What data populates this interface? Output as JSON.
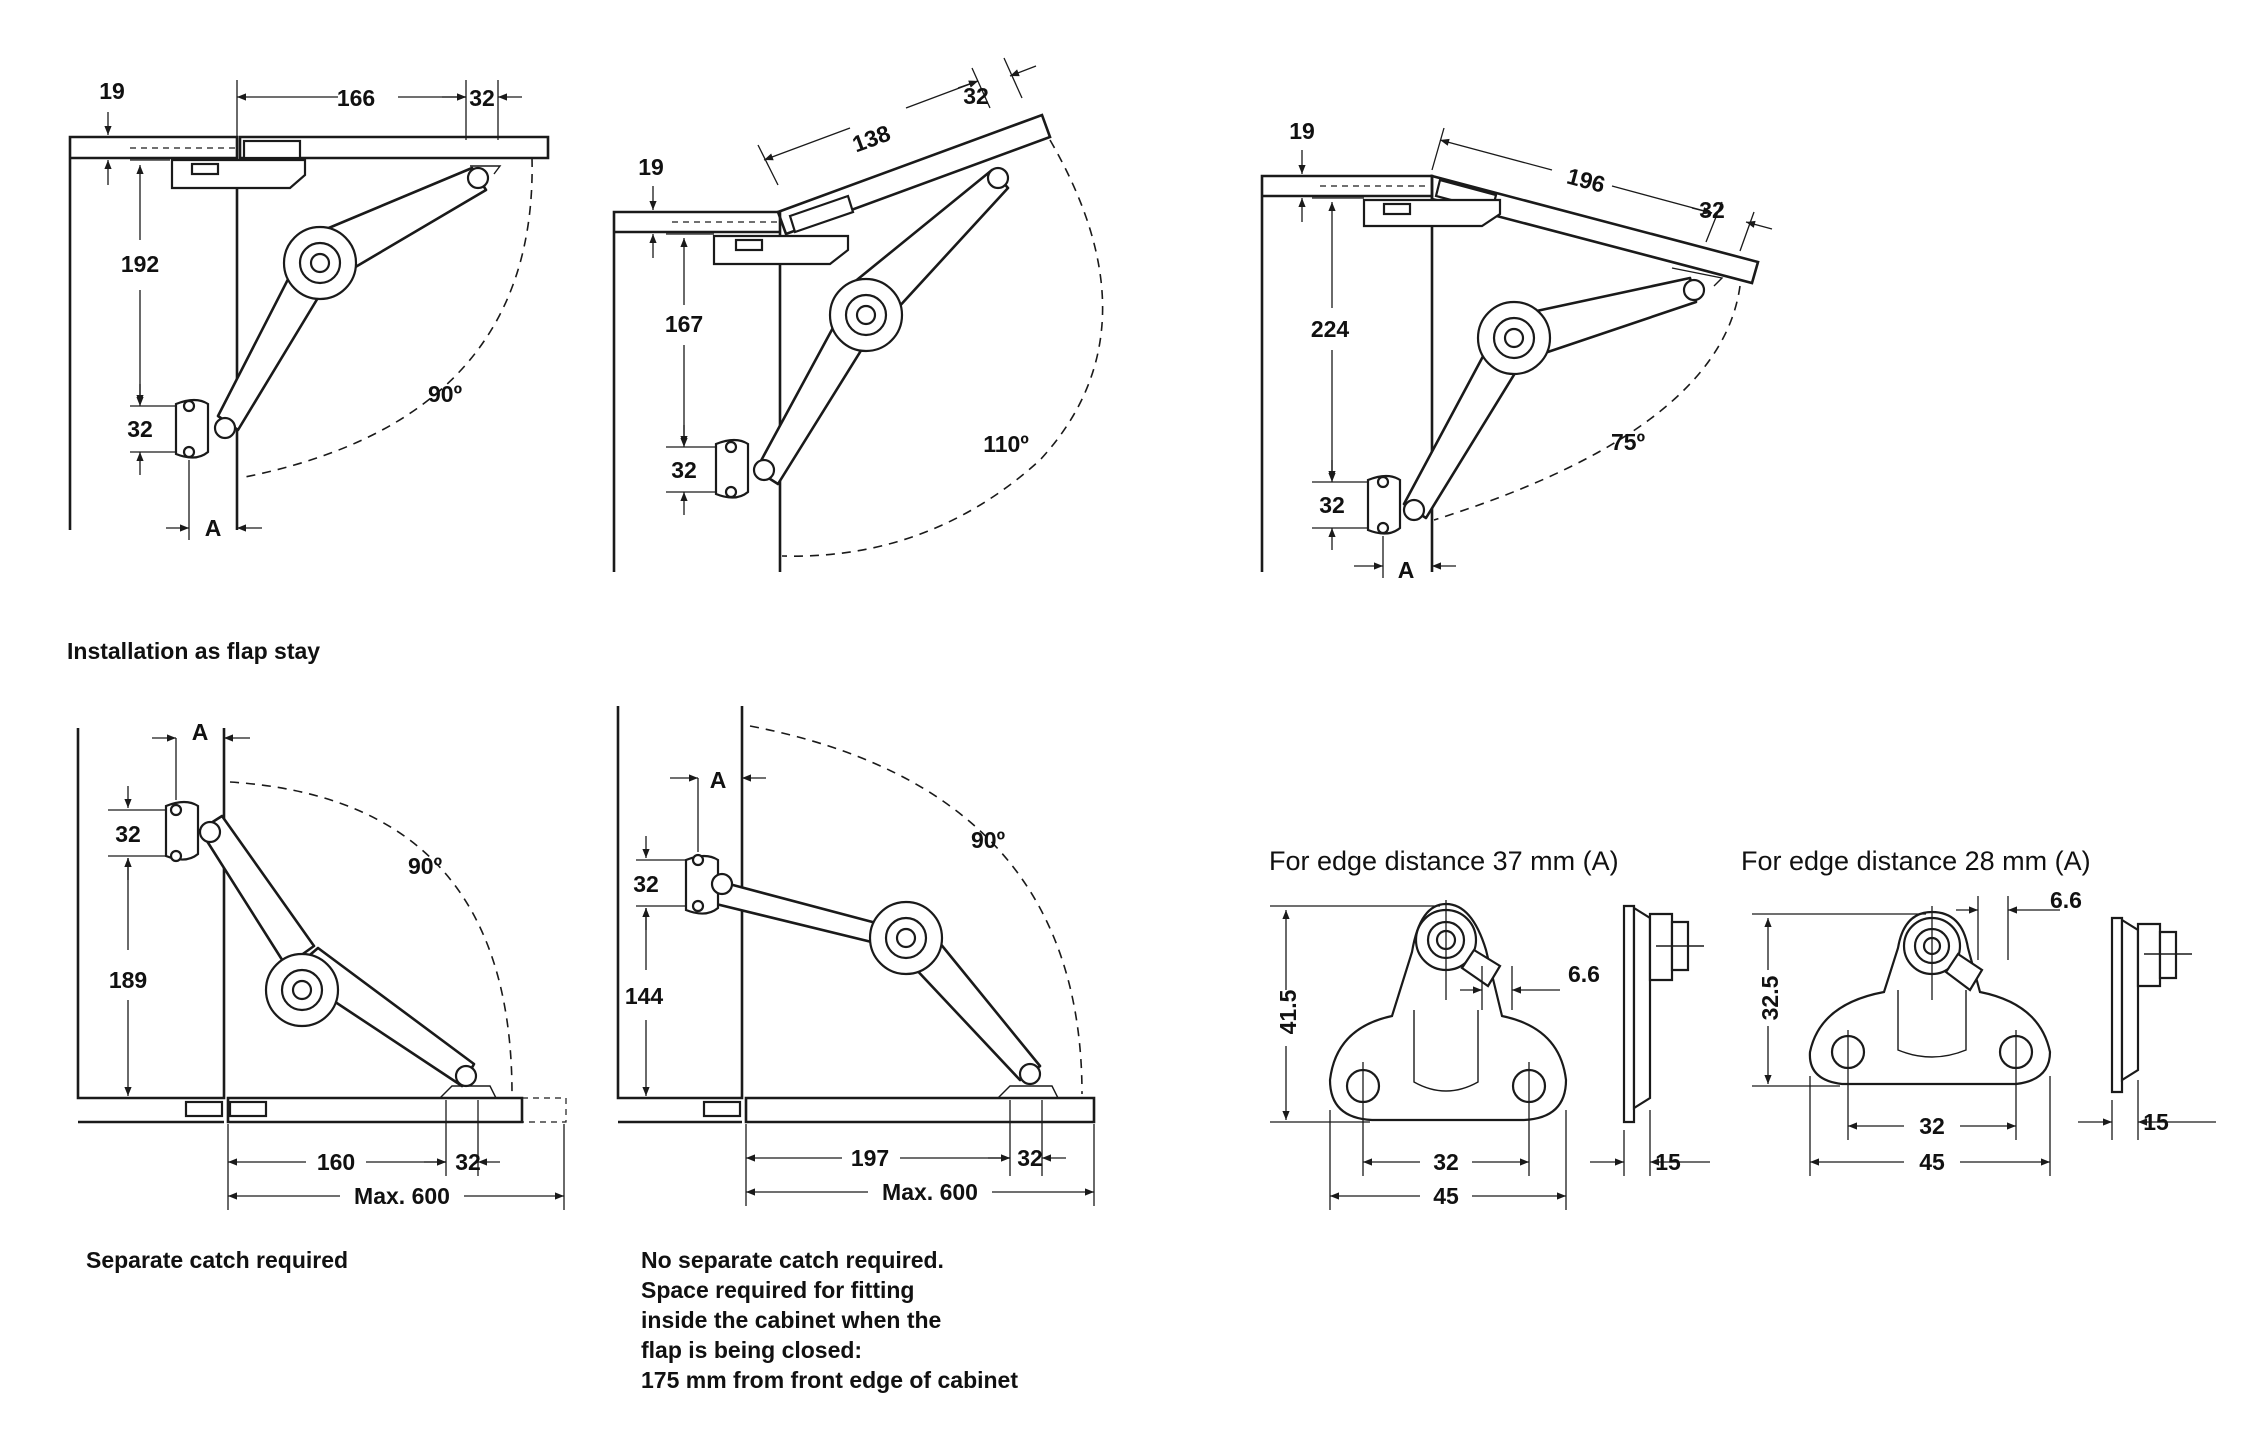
{
  "captions": {
    "flap_stay": "Installation as flap stay",
    "separate_catch": "Separate catch required",
    "no_catch": [
      "No separate catch required.",
      "Space required for fitting",
      "inside the cabinet when the",
      "flap is being closed:",
      "175 mm from front edge of cabinet"
    ],
    "edge37": "For edge distance 37 mm (A)",
    "edge28": "For edge distance 28 mm (A)"
  },
  "views": {
    "v90": {
      "t19": "19",
      "t166": "166",
      "t32top": "32",
      "t192": "192",
      "t32side": "32",
      "angle": "90º",
      "a": "A"
    },
    "v110": {
      "t19": "19",
      "t138": "138",
      "t32top": "32",
      "t167": "167",
      "t32side": "32",
      "angle": "110º"
    },
    "v75": {
      "t19": "19",
      "t196": "196",
      "t32top": "32",
      "t224": "224",
      "t32side": "32",
      "angle": "75º",
      "a": "A"
    },
    "d1": {
      "a": "A",
      "t32side": "32",
      "t189": "189",
      "angle": "90º",
      "t160": "160",
      "t32bot": "32",
      "max": "Max. 600"
    },
    "d2": {
      "a": "A",
      "t32side": "32",
      "t144": "144",
      "angle": "90º",
      "t197": "197",
      "t32bot": "32",
      "max": "Max. 600"
    },
    "p37": {
      "h": "41.5",
      "w32": "32",
      "w45": "45",
      "t66": "6.6",
      "t15": "15"
    },
    "p28": {
      "h": "32.5",
      "w32": "32",
      "w45": "45",
      "t66": "6.6",
      "t15": "15"
    }
  }
}
